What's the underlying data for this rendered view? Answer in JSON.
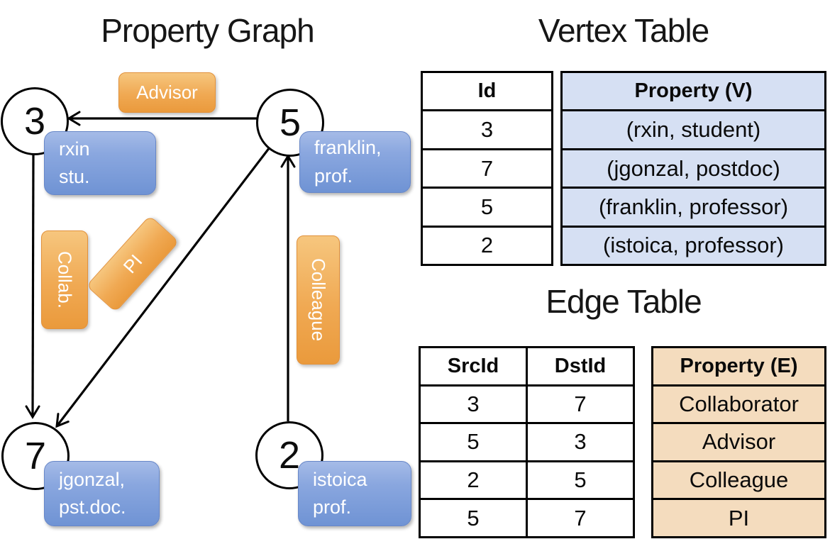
{
  "graph": {
    "title": "Property Graph",
    "nodes": [
      {
        "id": "3"
      },
      {
        "id": "5"
      },
      {
        "id": "7"
      },
      {
        "id": "2"
      }
    ],
    "vertex_labels": [
      {
        "line1": "rxin",
        "line2": "stu."
      },
      {
        "line1": "franklin,",
        "line2": "prof."
      },
      {
        "line1": "jgonzal,",
        "line2": "pst.doc."
      },
      {
        "line1": "istoica",
        "line2": "prof."
      }
    ],
    "edge_labels": [
      {
        "text": "Advisor"
      },
      {
        "text": "Collab."
      },
      {
        "text": "PI"
      },
      {
        "text": "Colleague"
      }
    ]
  },
  "vertex_table": {
    "title": "Vertex Table",
    "columns": {
      "id": "Id",
      "property": "Property (V)"
    },
    "rows": [
      {
        "id": "3",
        "property": "(rxin, student)"
      },
      {
        "id": "7",
        "property": "(jgonzal, postdoc)"
      },
      {
        "id": "5",
        "property": "(franklin, professor)"
      },
      {
        "id": "2",
        "property": "(istoica, professor)"
      }
    ]
  },
  "edge_table": {
    "title": "Edge Table",
    "columns": {
      "src": "SrcId",
      "dst": "DstId",
      "property": "Property (E)"
    },
    "rows": [
      {
        "src": "3",
        "dst": "7",
        "property": "Collaborator"
      },
      {
        "src": "5",
        "dst": "3",
        "property": "Advisor"
      },
      {
        "src": "2",
        "dst": "5",
        "property": "Colleague"
      },
      {
        "src": "5",
        "dst": "7",
        "property": "PI"
      }
    ]
  },
  "colors": {
    "edge_label_orange": "#f0a953",
    "vertex_label_blue": "#7d9dd9",
    "vertex_table_fill": "#d6e0f3",
    "edge_table_fill": "#f4dcbe",
    "line_black": "#000000"
  }
}
